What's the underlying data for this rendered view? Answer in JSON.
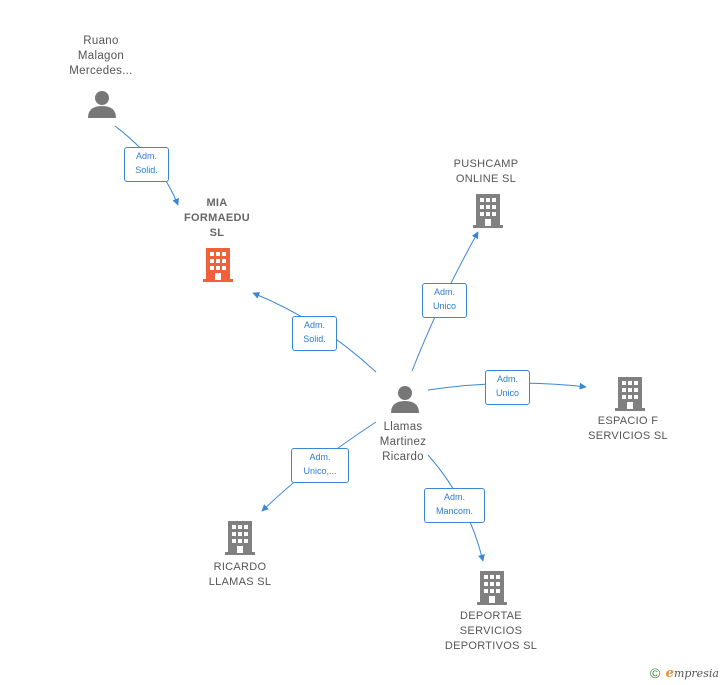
{
  "colors": {
    "edge": "#3b86d4",
    "person_icon": "#777777",
    "company_icon": "#808080",
    "focus_company_icon": "#f0603a"
  },
  "nodes": {
    "ruano": {
      "lines": [
        "Ruano",
        "Malagon",
        "Mercedes..."
      ],
      "icon": "person-icon"
    },
    "mia": {
      "lines": [
        "MIA",
        "FORMAEDU",
        "SL"
      ],
      "icon": "building-icon"
    },
    "pushcamp": {
      "lines": [
        "PUSHCAMP",
        "ONLINE  SL"
      ],
      "icon": "building-icon"
    },
    "llamas": {
      "lines": [
        "Llamas",
        "Martinez",
        "Ricardo"
      ],
      "icon": "person-icon"
    },
    "espacio": {
      "lines": [
        "ESPACIO F",
        "SERVICIOS  SL"
      ],
      "icon": "building-icon"
    },
    "ricardo_sl": {
      "lines": [
        "RICARDO",
        "LLAMAS  SL"
      ],
      "icon": "building-icon"
    },
    "deportae": {
      "lines": [
        "DEPORTAE",
        "SERVICIOS",
        "DEPORTIVOS SL"
      ],
      "icon": "building-icon"
    }
  },
  "edge_labels": {
    "ruano_mia": [
      "Adm.",
      "Solid."
    ],
    "llamas_mia": [
      "Adm.",
      "Solid."
    ],
    "llamas_pushcamp": [
      "Adm.",
      "Unico"
    ],
    "llamas_espacio": [
      "Adm.",
      "Unico"
    ],
    "llamas_ricardo": [
      "Adm.",
      "Unico,..."
    ],
    "llamas_deportae": [
      "Adm.",
      "Mancom."
    ]
  },
  "footer": {
    "copyright": "©",
    "brand_initial": "e",
    "brand_rest": "mpresia"
  }
}
